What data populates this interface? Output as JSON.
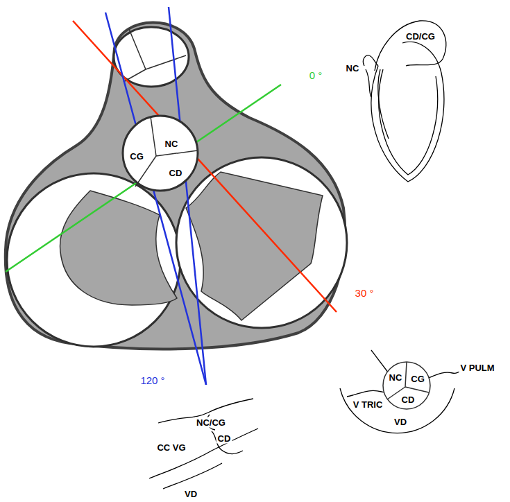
{
  "diagram": {
    "nodes": [
      {
        "text": [
          "CG",
          "NC",
          "CD"
        ]
      },
      {
        "text": [
          "NC",
          "CG",
          "CD"
        ]
      }
    ],
    "labels": [
      "0 °",
      "30 °",
      "120 °",
      "NC",
      "CD/CG",
      "V PULM",
      "V TRIC",
      "VD",
      "NC/CG",
      "CD",
      "CC VG",
      "VD"
    ]
  }
}
